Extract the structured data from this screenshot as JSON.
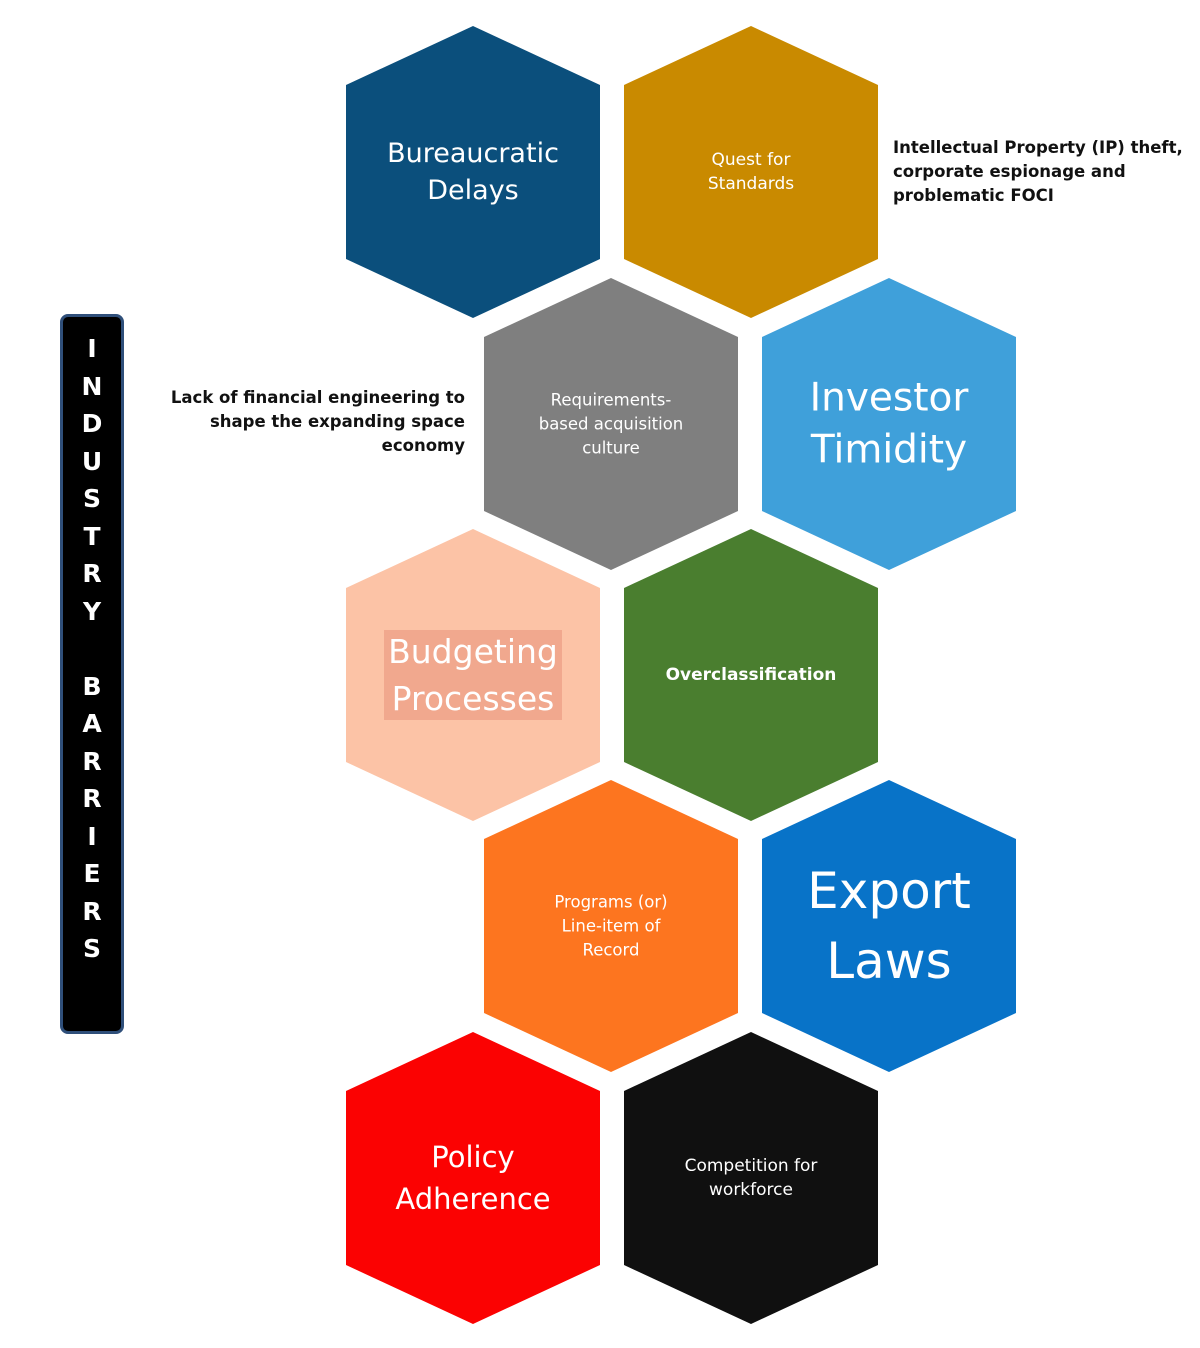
{
  "sidebar": {
    "title": "INDUSTRY BARRIERS"
  },
  "notes": {
    "ip_theft": [
      "Intellectual Property (IP) theft,",
      "corporate espionage and",
      "problematic FOCI"
    ],
    "financial": [
      "Lack of financial engineering to",
      "shape the expanding space",
      "economy"
    ]
  },
  "barriers": [
    {
      "id": "bureaucratic-delays",
      "lines": [
        "Bureaucratic",
        "Delays"
      ],
      "color": "#0b4f7c",
      "text_color": "#ffffff"
    },
    {
      "id": "quest-for-standards",
      "lines": [
        "Quest for",
        "Standards"
      ],
      "color": "#c98a00",
      "text_color": "#ffffff"
    },
    {
      "id": "requirements-based-acquisition",
      "lines": [
        "Requirements-",
        "based acquisition",
        "culture"
      ],
      "color": "#7f7f7f",
      "text_color": "#ffffff"
    },
    {
      "id": "investor-timidity",
      "lines": [
        "Investor",
        "Timidity"
      ],
      "color": "#3fa0da",
      "text_color": "#ffffff"
    },
    {
      "id": "budgeting-processes",
      "lines": [
        "Budgeting",
        "Processes"
      ],
      "color": "#fcc3a6",
      "text_color": "#ffffff"
    },
    {
      "id": "overclassification",
      "lines": [
        "Overclassification"
      ],
      "color": "#4a7e2f",
      "text_color": "#ffffff"
    },
    {
      "id": "programs-line-item",
      "lines": [
        "Programs (or)",
        "Line-item of",
        "Record"
      ],
      "color": "#fd751f",
      "text_color": "#ffffff"
    },
    {
      "id": "export-laws",
      "lines": [
        "Export",
        "Laws"
      ],
      "color": "#0873c8",
      "text_color": "#ffffff"
    },
    {
      "id": "policy-adherence",
      "lines": [
        "Policy",
        "Adherence"
      ],
      "color": "#fb0202",
      "text_color": "#ffffff"
    },
    {
      "id": "competition-for-workforce",
      "lines": [
        "Competition for",
        "workforce"
      ],
      "color": "#101010",
      "text_color": "#ffffff"
    }
  ]
}
